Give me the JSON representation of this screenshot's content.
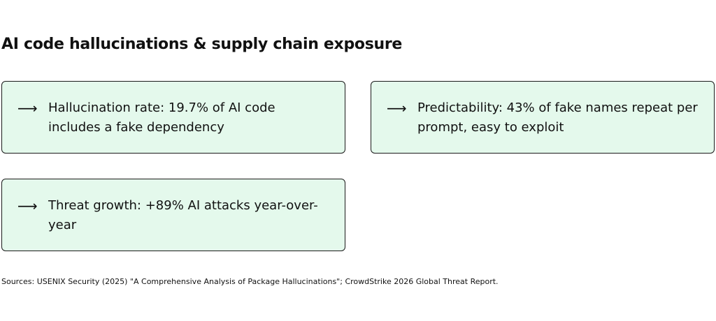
{
  "title": "AI code hallucinations & supply chain exposure",
  "cards": [
    {
      "icon": "arrow-right-icon",
      "arrow": "⟶",
      "text": "Hallucination rate: 19.7% of AI code includes a fake dependency"
    },
    {
      "icon": "arrow-right-icon",
      "arrow": "⟶",
      "text": "Predictability: 43% of fake names repeat per prompt, easy to exploit"
    },
    {
      "icon": "arrow-right-icon",
      "arrow": "⟶",
      "text": "Threat growth: +89% AI attacks year-over-year"
    }
  ],
  "sources": "Sources: USENIX Security (2025) \"A Comprehensive Analysis of Package Hallucinations\"; CrowdStrike 2026 Global Threat Report.",
  "colors": {
    "card_background": "#e4f9ec",
    "card_border": "#1a1a1a",
    "text": "#111111",
    "page_background": "#ffffff"
  }
}
